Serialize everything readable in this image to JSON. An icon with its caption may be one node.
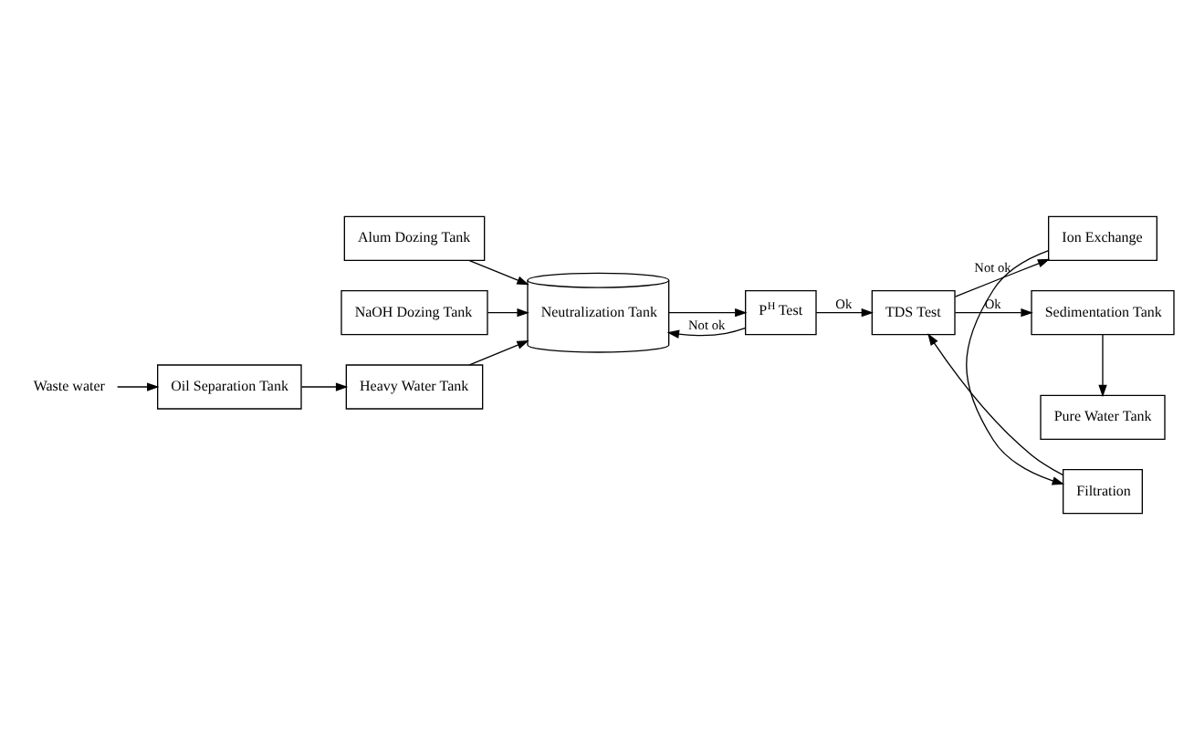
{
  "diagram": {
    "nodes": [
      {
        "text": [
          "Alum Dozing Tank"
        ]
      },
      {
        "text": [
          "NaOH Dozing Tank"
        ]
      },
      {
        "text": [
          "Neutralization Tank"
        ]
      },
      {
        "text": [
          "P$^{H}$ Test"
        ]
      },
      {
        "text": [
          "TDS Test"
        ]
      },
      {
        "text": [
          "Ion Exchange"
        ]
      },
      {
        "text": [
          "Filtration"
        ]
      },
      {
        "text": [
          "Sedimentation Tank"
        ]
      },
      {
        "text": [
          "Pure Water Tank"
        ]
      },
      {
        "text": [
          "Waste water"
        ]
      },
      {
        "text": [
          "Oil Separation Tank"
        ]
      },
      {
        "text": [
          "Heavy Water Tank"
        ]
      }
    ],
    "edges": [
      {
        "from": 0,
        "to": 2,
        "arrow": "to"
      },
      {
        "from": 1,
        "to": 2,
        "arrow": "to"
      },
      {
        "from": 2,
        "to": 3,
        "arrow": "to"
      },
      {
        "from": 3,
        "to": 2,
        "arrow": "to",
        "label": "Not ok"
      },
      {
        "from": 3,
        "to": 4,
        "arrow": "to",
        "label": "Ok"
      },
      {
        "from": 4,
        "to": 5,
        "arrow": "to",
        "label": "Not ok"
      },
      {
        "from": 5,
        "to": 6,
        "arrow": "to"
      },
      {
        "from": 6,
        "to": 4,
        "arrow": "to"
      },
      {
        "from": 4,
        "to": 7,
        "arrow": "to",
        "label": "Ok"
      },
      {
        "from": 7,
        "to": 8,
        "arrow": "to"
      },
      {
        "from": 9,
        "to": 10,
        "arrow": "to"
      },
      {
        "from": 10,
        "to": 11,
        "arrow": "to"
      },
      {
        "from": 11,
        "to": 2,
        "arrow": "to"
      }
    ]
  }
}
